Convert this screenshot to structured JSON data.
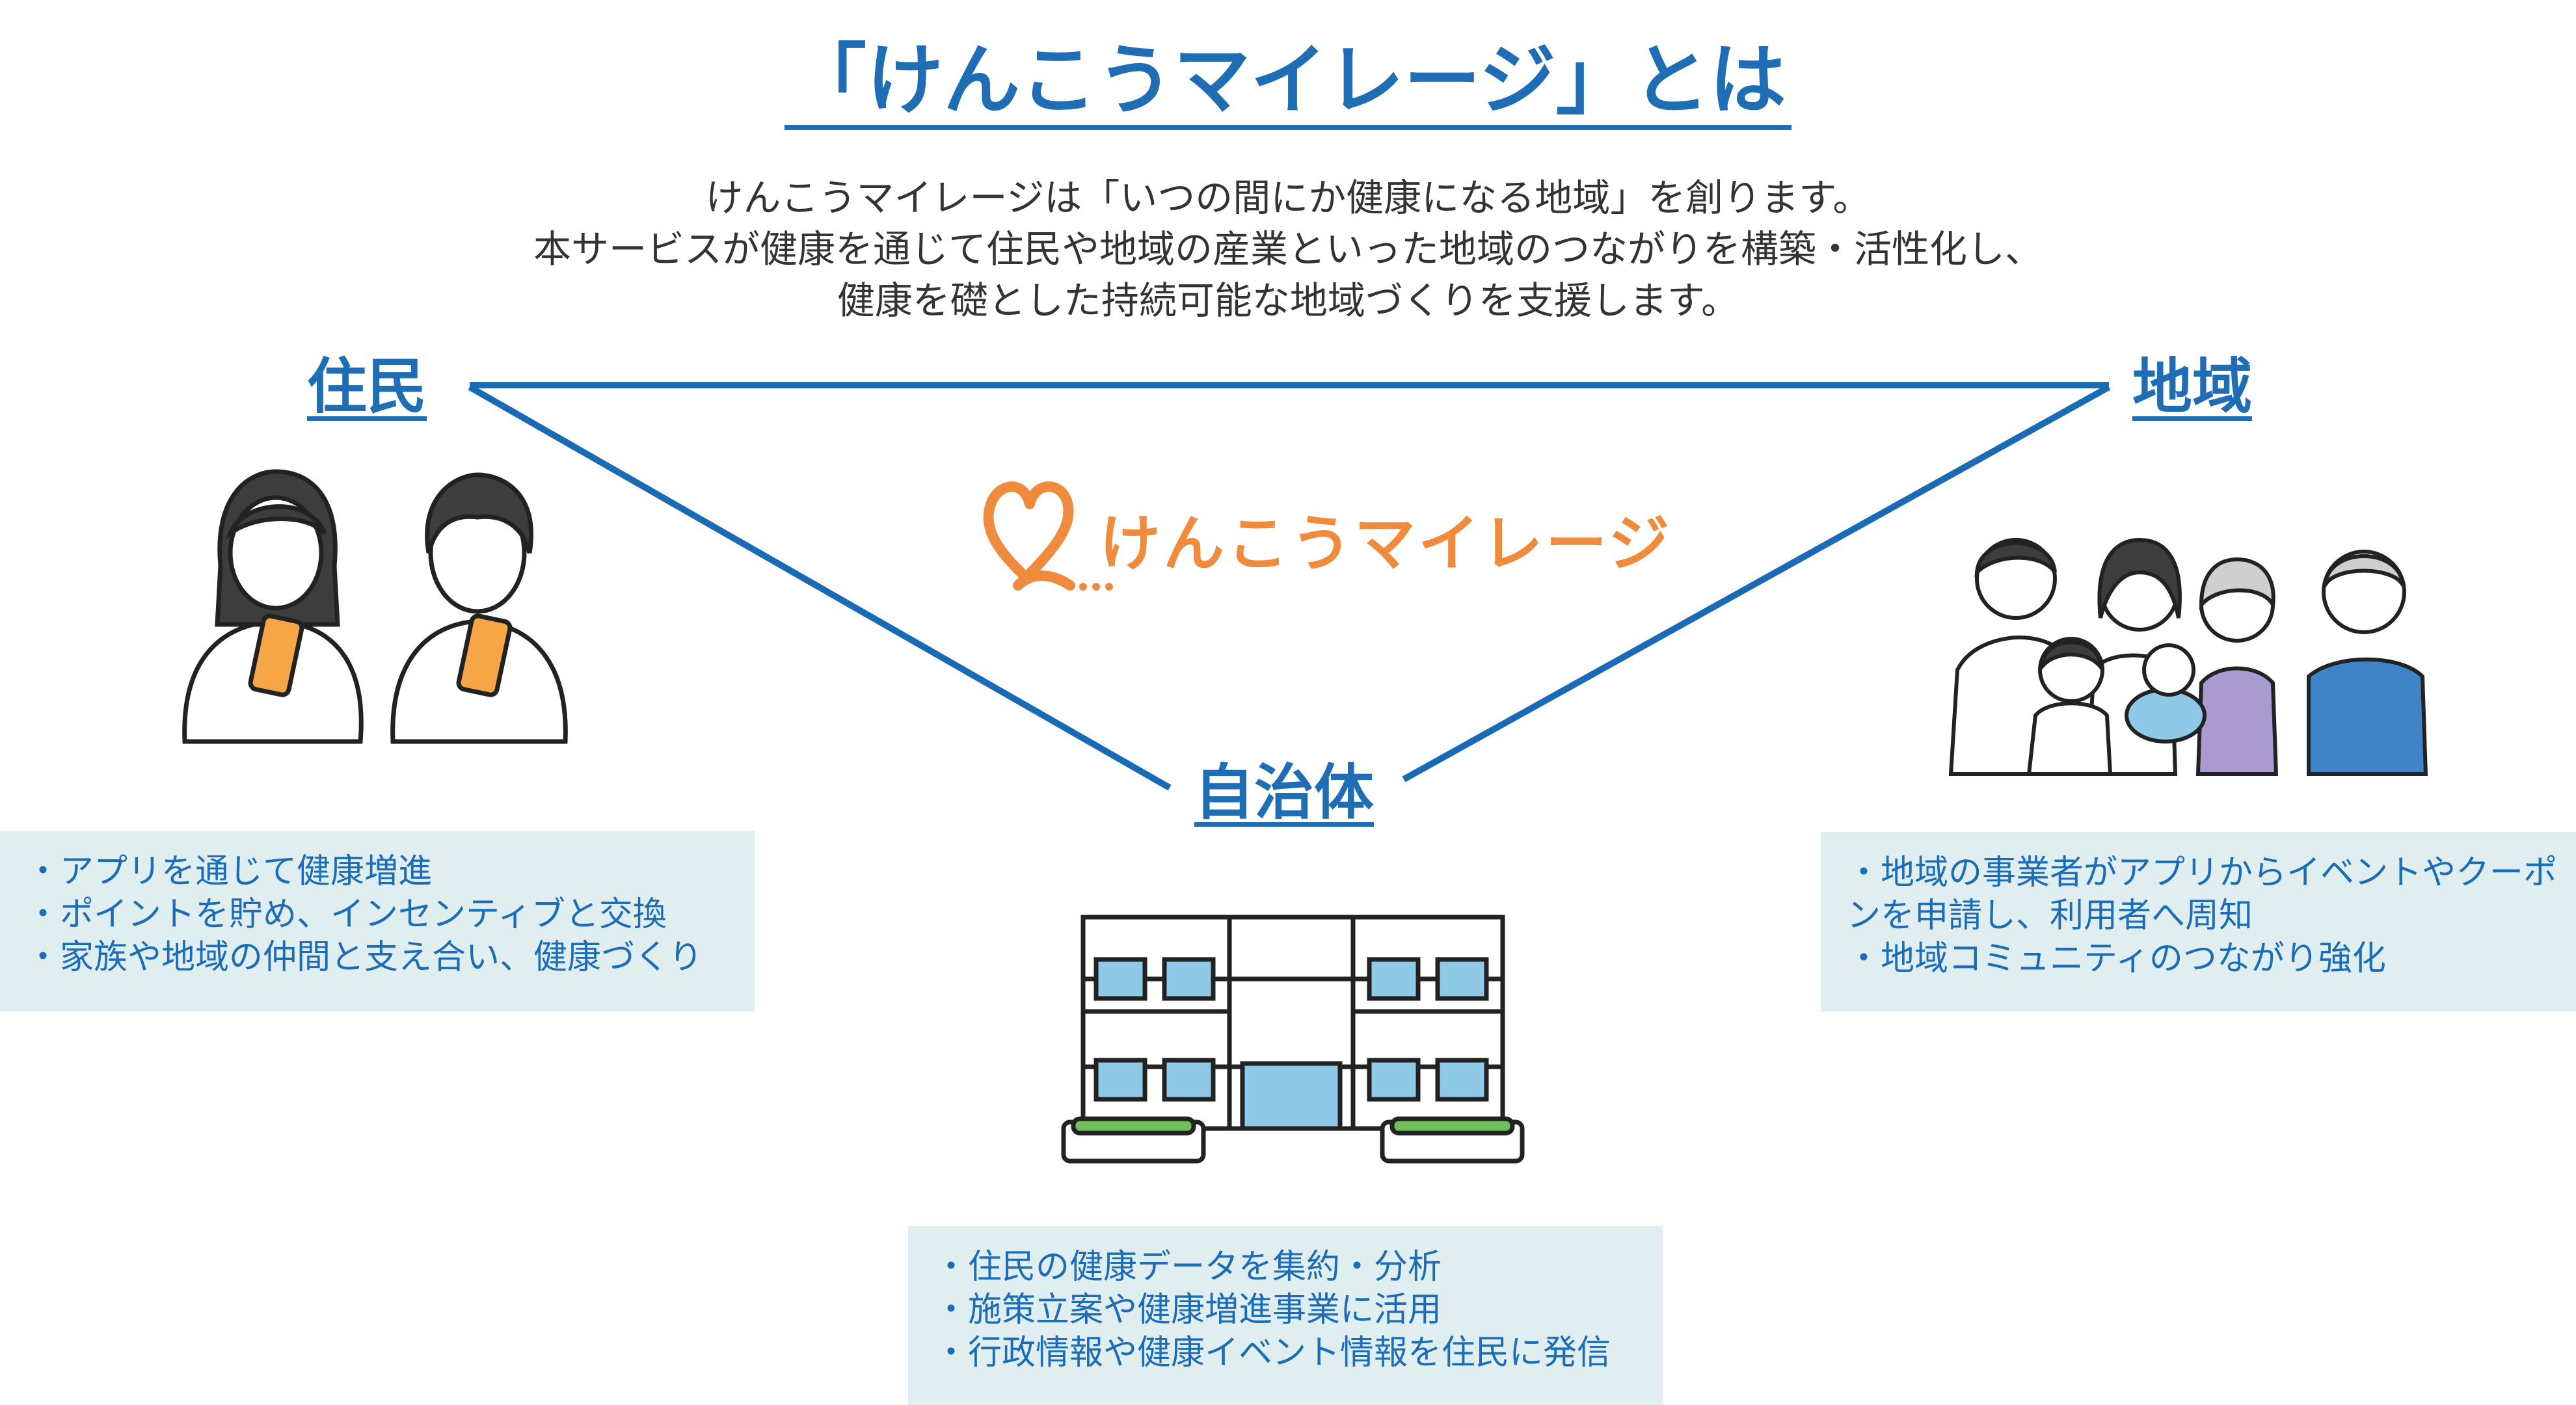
{
  "title": "「けんこうマイレージ」とは",
  "description": [
    "けんこうマイレージは「いつの間にか健康になる地域」を創ります。",
    "本サービスが健康を通じて住民や地域の産業といった地域のつながりを構築・活性化し、",
    "健康を礎とした持続可能な地域づくりを支援します。"
  ],
  "logo": {
    "text": "けんこうマイレージ",
    "color": "#f08a3c"
  },
  "nodes": {
    "residents": {
      "label": "住民",
      "points": [
        "・アプリを通じて健康増進",
        "・ポイントを貯め、インセンティブと交換",
        "・家族や地域の仲間と支え合い、健康づくり"
      ]
    },
    "community": {
      "label": "地域",
      "points": [
        "・地域の事業者がアプリからイベントやクーポ",
        "ンを申請し、利用者へ周知",
        "・地域コミュニティのつながり強化"
      ]
    },
    "municipality": {
      "label": "自治体",
      "points": [
        "・住民の健康データを集約・分析",
        "・施策立案や健康増進事業に活用",
        "・行政情報や健康イベント情報を住民に発信"
      ]
    }
  },
  "colors": {
    "accent": "#1f6db5",
    "box_bg": "#e1eef0",
    "logo": "#f08a3c"
  }
}
